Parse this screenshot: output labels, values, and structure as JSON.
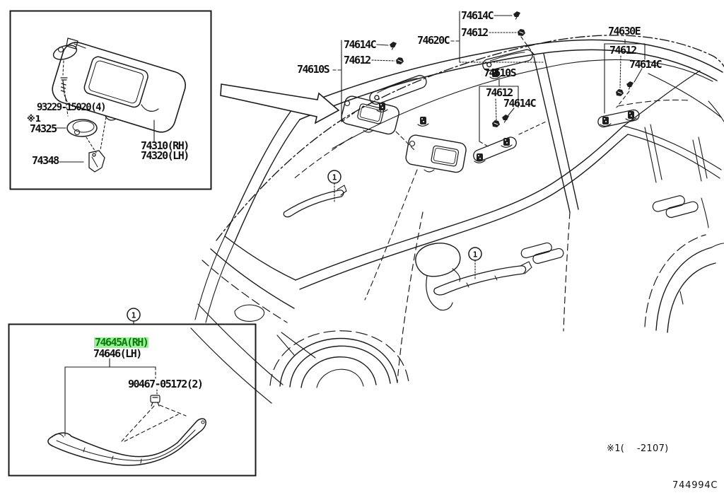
{
  "diagram": {
    "callout_number": "1",
    "footnote": "※1(    -2107)",
    "figure_code": "744994C",
    "highlight": {
      "bg": "#98F098",
      "fg": "#0B7A0B"
    }
  },
  "inset_top": {
    "screw": "93229-15020(4)",
    "footnote_mark": "※1",
    "mirror_ring": "74325",
    "visor_hook": "74348",
    "visor_rh": "74310(RH)",
    "visor_lh": "74320(LH)"
  },
  "main_labels": {
    "front_rail": "74610S",
    "front_clip": "74614C",
    "front_screw": "74612",
    "center_rail": "74620C",
    "center_clip": "74614C",
    "center_screw": "74612",
    "mid_rail": "74610S",
    "mid_screw": "74612",
    "mid_clip": "74614C",
    "rear_garnish": "74630E",
    "rear_screw": "74612",
    "rear_clip": "74614C"
  },
  "inset_bottom": {
    "callout_number": "1",
    "moulding_rh": "74645A(RH)",
    "moulding_lh": "74646(LH)",
    "clip": "90467-05172(2)"
  }
}
